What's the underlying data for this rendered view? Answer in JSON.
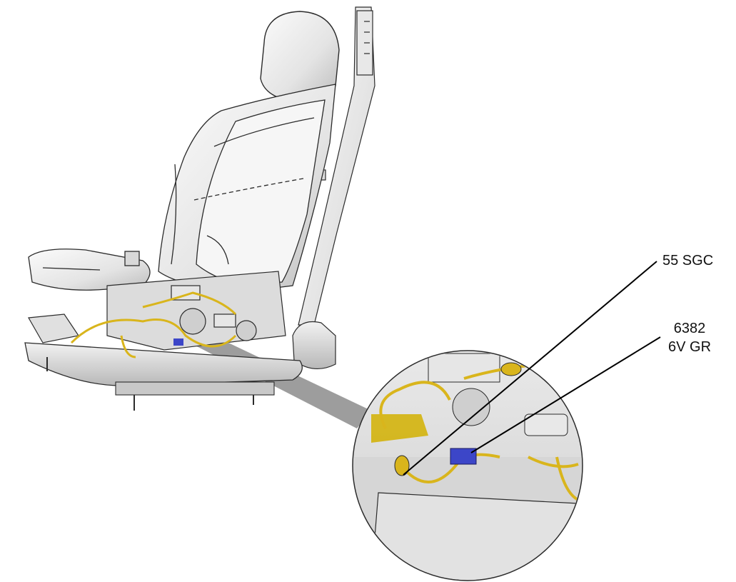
{
  "callouts": [
    {
      "circuit": "55 SGC"
    },
    {
      "circuit": "6382",
      "gauge_color": "6V GR"
    }
  ],
  "colors": {
    "harness": "#d9b51c",
    "connector": "#3c46c8",
    "seat_body": "#e6e6e6",
    "outline": "#2b2b2b",
    "magnifier_shadow": "#8c8c8c"
  },
  "icons": {
    "seat": "power-seat-assembly",
    "magnifier": "detail-zoom-circle",
    "connector": "wire-harness-connector"
  }
}
